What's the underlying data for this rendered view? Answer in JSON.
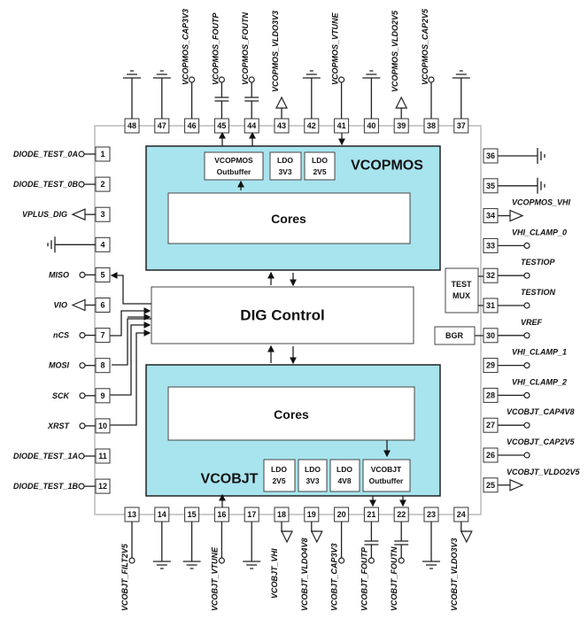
{
  "colors": {
    "block_fill": "#a8e4ee",
    "outline": "#222222"
  },
  "blocks": {
    "vcopmos": {
      "title": "VCOPMOS",
      "cores": "Cores",
      "outbuffer": [
        "VCOPMOS",
        "Outbuffer"
      ],
      "ldo3v3": [
        "LDO",
        "3V3"
      ],
      "ldo2v5": [
        "LDO",
        "2V5"
      ]
    },
    "dig": {
      "title": "DIG Control"
    },
    "vcobjt": {
      "title": "VCOBJT",
      "cores": "Cores",
      "ldo2v5": [
        "LDO",
        "2V5"
      ],
      "ldo3v3": [
        "LDO",
        "3V3"
      ],
      "ldo4v8": [
        "LDO",
        "4V8"
      ],
      "outbuffer": [
        "VCOBJT",
        "Outbuffer"
      ]
    },
    "testmux": [
      "TEST",
      "MUX"
    ],
    "bgr": "BGR"
  },
  "pins": {
    "top": [
      {
        "n": "48",
        "label": "",
        "sym": "ground"
      },
      {
        "n": "47",
        "label": "",
        "sym": "ground"
      },
      {
        "n": "46",
        "label": "VCOPMOS_CAP3V3",
        "sym": "circle"
      },
      {
        "n": "45",
        "label": "VCOPMOS_FOUTP",
        "sym": "cap"
      },
      {
        "n": "44",
        "label": "VCOPMOS_FOUTN",
        "sym": "cap"
      },
      {
        "n": "43",
        "label": "VCOPMOS_VLDO3V3",
        "sym": "triangle"
      },
      {
        "n": "42",
        "label": "",
        "sym": "ground"
      },
      {
        "n": "41",
        "label": "VCOPMOS_VTUNE",
        "sym": "circle"
      },
      {
        "n": "40",
        "label": "",
        "sym": "ground"
      },
      {
        "n": "39",
        "label": "VCOPMOS_VLDO2V5",
        "sym": "triangle"
      },
      {
        "n": "38",
        "label": "VCOPMOS_CAP2V5",
        "sym": "circle"
      },
      {
        "n": "37",
        "label": "",
        "sym": "ground"
      }
    ],
    "bottom": [
      {
        "n": "13",
        "label": "VCOBJT_FILT2V5",
        "sym": "circle"
      },
      {
        "n": "14",
        "label": "",
        "sym": "ground"
      },
      {
        "n": "15",
        "label": "",
        "sym": "ground"
      },
      {
        "n": "16",
        "label": "VCOBJT_VTUNE",
        "sym": "circle"
      },
      {
        "n": "17",
        "label": "",
        "sym": "ground"
      },
      {
        "n": "18",
        "label": "VCOBJT_VHI",
        "sym": "triangle"
      },
      {
        "n": "19",
        "label": "VCOBJT_VLDO4V8",
        "sym": "triangle"
      },
      {
        "n": "20",
        "label": "VCOBJT_CAP3V3",
        "sym": "circle"
      },
      {
        "n": "21",
        "label": "VCOBJT_FOUTP",
        "sym": "cap"
      },
      {
        "n": "22",
        "label": "VCOBJT_FOUTN",
        "sym": "cap"
      },
      {
        "n": "23",
        "label": "",
        "sym": "ground"
      },
      {
        "n": "24",
        "label": "VCOBJT_VLDO3V3",
        "sym": "triangle"
      }
    ],
    "left": [
      {
        "n": "1",
        "label": "DIODE_TEST_0A",
        "sym": "circle"
      },
      {
        "n": "2",
        "label": "DIODE_TEST_0B",
        "sym": "circle"
      },
      {
        "n": "3",
        "label": "VPLUS_DIG",
        "sym": "triangle"
      },
      {
        "n": "4",
        "label": "",
        "sym": "ground"
      },
      {
        "n": "5",
        "label": "MISO",
        "sym": "circle"
      },
      {
        "n": "6",
        "label": "VIO",
        "sym": "triangle"
      },
      {
        "n": "7",
        "label": "nCS",
        "sym": "circle"
      },
      {
        "n": "8",
        "label": "MOSI",
        "sym": "circle"
      },
      {
        "n": "9",
        "label": "SCK",
        "sym": "circle"
      },
      {
        "n": "10",
        "label": "XRST",
        "sym": "circle"
      },
      {
        "n": "11",
        "label": "DIODE_TEST_1A",
        "sym": "circle"
      },
      {
        "n": "12",
        "label": "DIODE_TEST_1B",
        "sym": "circle"
      }
    ],
    "right": [
      {
        "n": "36",
        "label": "",
        "sym": "ground"
      },
      {
        "n": "35",
        "label": "",
        "sym": "ground"
      },
      {
        "n": "34",
        "label": "VCOPMOS_VHI",
        "sym": "triangle"
      },
      {
        "n": "33",
        "label": "VHI_CLAMP_0",
        "sym": "circle"
      },
      {
        "n": "32",
        "label": "TESTIOP",
        "sym": "circle"
      },
      {
        "n": "31",
        "label": "TESTION",
        "sym": "circle"
      },
      {
        "n": "30",
        "label": "VREF",
        "sym": "circle"
      },
      {
        "n": "29",
        "label": "VHI_CLAMP_1",
        "sym": "circle"
      },
      {
        "n": "28",
        "label": "VHI_CLAMP_2",
        "sym": "circle"
      },
      {
        "n": "27",
        "label": "VCOBJT_CAP4V8",
        "sym": "circle"
      },
      {
        "n": "26",
        "label": "VCOBJT_CAP2V5",
        "sym": "circle"
      },
      {
        "n": "25",
        "label": "VCOBJT_VLDO2V5",
        "sym": "triangle"
      }
    ]
  }
}
